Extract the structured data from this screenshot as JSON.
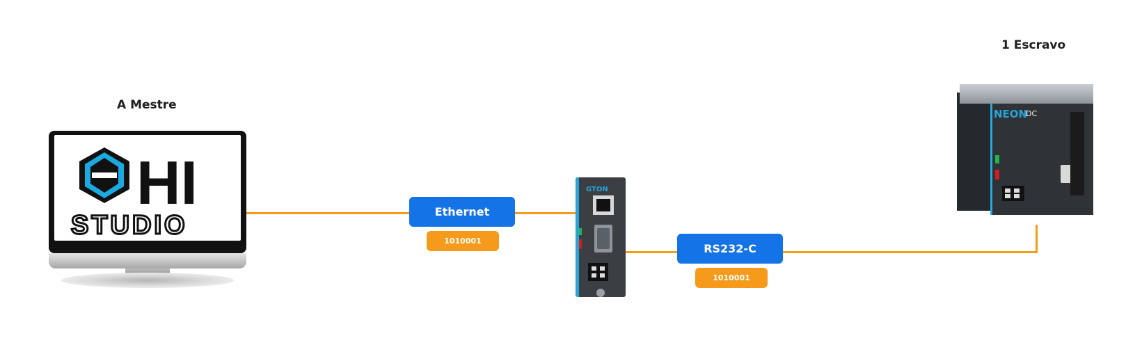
{
  "diagram": {
    "master": {
      "label": "A Mestre",
      "screen_logo_top": "HI",
      "screen_logo_bottom": "STUDIO"
    },
    "slave": {
      "label": "1 Escravo",
      "device_brand": "NEON",
      "device_model": "DC"
    },
    "gateway": {
      "brand": "GTON"
    },
    "links": [
      {
        "protocol": "Ethernet",
        "badge": "1010001"
      },
      {
        "protocol": "RS232-C",
        "badge": "1010001"
      }
    ],
    "colors": {
      "connector": "#f59a1a",
      "protocol_pill": "#1473e6",
      "badge": "#f59a1a",
      "accent_blue": "#29a3d6"
    }
  }
}
